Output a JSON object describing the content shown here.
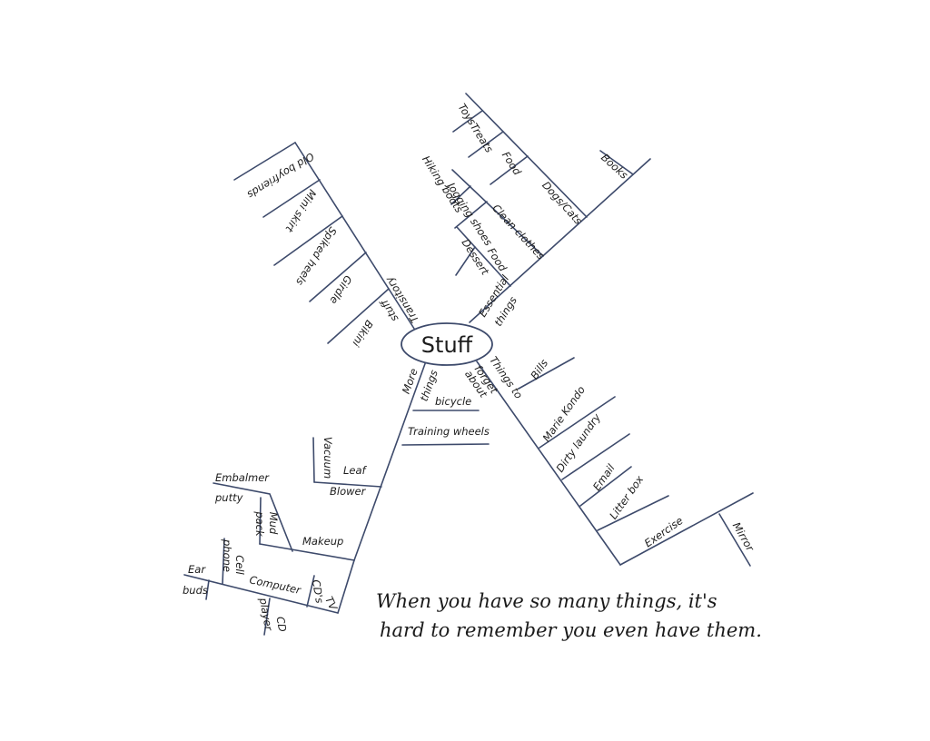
{
  "center_label": "Stuff",
  "branches": {
    "transitory": {
      "label_1": "Transitory",
      "label_2": "stuff",
      "items": [
        "Old boyfriends",
        "Mini skirt",
        "Spiked heels",
        "Girdle",
        "Bikini"
      ]
    },
    "essential": {
      "label_1": "Essential",
      "label_2": "things",
      "books": "Books",
      "dogs_cats": {
        "label": "Dogs/Cats",
        "items": [
          "Toys",
          "Treats",
          "Food"
        ]
      },
      "clean_clothes": {
        "label": "Clean clothes",
        "items": [
          "Hiking boots",
          "Jogging shoes"
        ]
      },
      "food": {
        "label": "Food",
        "items": [
          "Dessert"
        ]
      }
    },
    "forget": {
      "label_1": "Things to",
      "label_2": "forget",
      "label_3": "about",
      "items": [
        "Bills",
        "Marie Kondo",
        "Dirty laundry",
        "Email",
        "Litter box",
        "Exercise"
      ],
      "mirror": "Mirror"
    },
    "more": {
      "label_1": "More",
      "label_2": "things",
      "bicycle": "bicycle",
      "training_wheels": "Training wheels",
      "leaf_blower": {
        "label_1": "Leaf",
        "label_2": "Blower",
        "vacuum": "Vacuum"
      },
      "makeup": {
        "label": "Makeup",
        "embalmer_1": "Embalmer",
        "embalmer_2": "putty",
        "mud_1": "Mud",
        "mud_2": "pack"
      },
      "tv": {
        "label": "TV",
        "cds": "CD's",
        "computer": "Computer",
        "cell_1": "Cell",
        "cell_2": "phone",
        "ear_1": "Ear",
        "ear_2": "buds",
        "cd_1": "CD",
        "cd_2": "player"
      }
    }
  },
  "caption": {
    "line1": "When you have so many things, it's",
    "line2": "hard to remember you even have them."
  }
}
